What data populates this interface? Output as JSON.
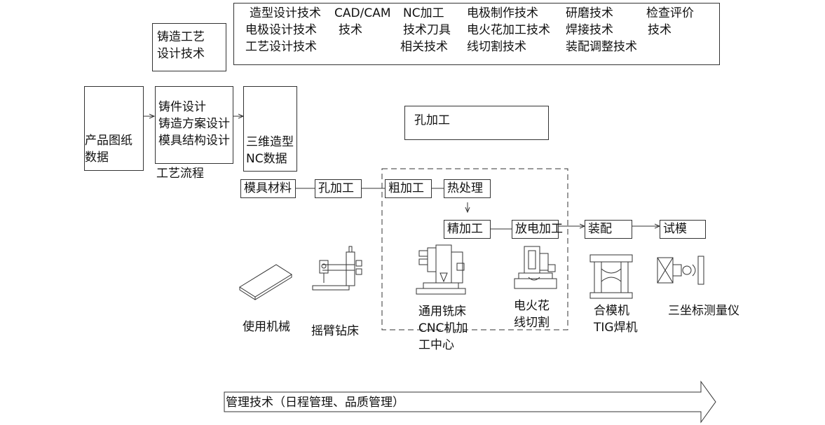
{
  "tech_box": {
    "columns": [
      [
        "造型设计技术",
        "电极设计技术",
        "工艺设计技术"
      ],
      [
        "CAD/CAM",
        "技术"
      ],
      [
        "NC加工",
        "技术刀具",
        "相关技术"
      ],
      [
        "电极制作技术",
        "电火花加工技术",
        "线切割技术"
      ],
      [
        "研磨技术",
        "焊接技术",
        "装配调整技术"
      ],
      [
        "检查评价",
        "技术"
      ]
    ]
  },
  "casting_box": {
    "lines": [
      "铸造工艺",
      "设计技术"
    ]
  },
  "product_box": {
    "lines": [
      "产品图纸",
      "数据"
    ]
  },
  "process_box": {
    "lines": [
      "铸件设计",
      "铸造方案设计",
      "模具结构设计"
    ],
    "caption": "工艺流程"
  },
  "model_box": {
    "lines": [
      "三维造型",
      "NC数据"
    ]
  },
  "hole_label": "孔加工",
  "stages": {
    "material": "模具材料",
    "hole": "孔加工",
    "rough": "粗加工",
    "heat": "热处理",
    "finish": "精加工",
    "edm": "放电加工",
    "assembly": "装配",
    "trial": "试模"
  },
  "machines": {
    "machinery": "使用机械",
    "drill": "摇臂钻床",
    "mill": [
      "通用铣床",
      "CNC机加",
      "工中心"
    ],
    "wire": [
      "电火花",
      "线切割"
    ],
    "press": [
      "合模机",
      "TIG焊机"
    ],
    "cmm": "三坐标测量仪"
  },
  "management": "管理技术（日程管理、品质管理）"
}
